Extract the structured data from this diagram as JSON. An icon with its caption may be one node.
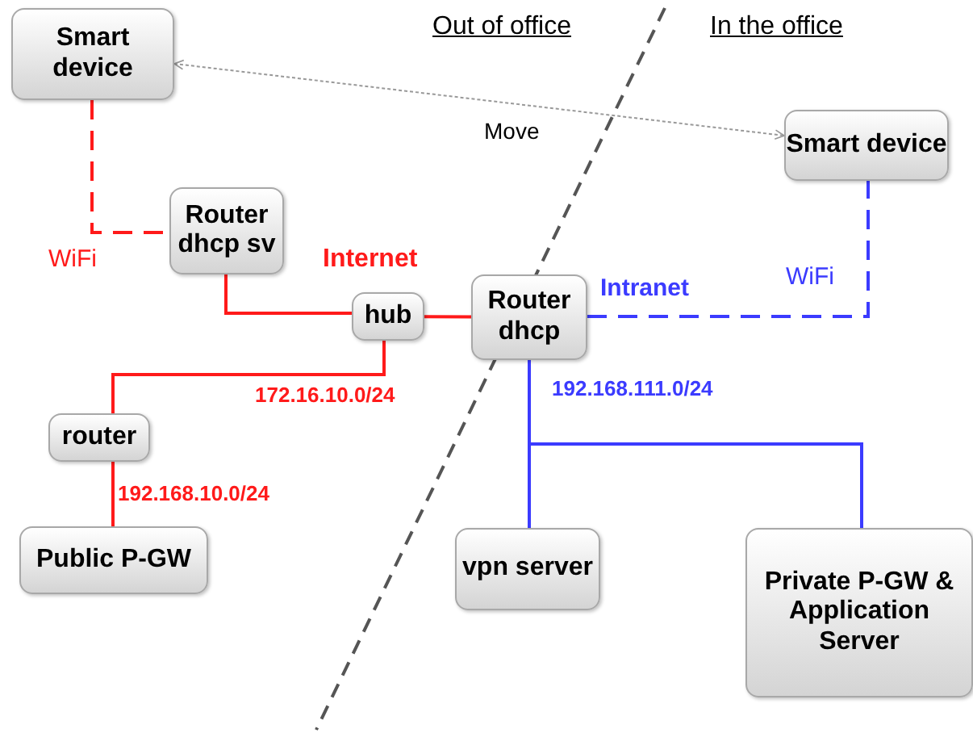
{
  "diagram": {
    "nodes": [
      {
        "text": [
          "Smart device"
        ]
      },
      {
        "text": [
          "Router dhcp sv"
        ]
      },
      {
        "text": [
          "hub"
        ]
      },
      {
        "text": [
          "Router dhcp"
        ]
      },
      {
        "text": [
          "Smart device"
        ]
      },
      {
        "text": [
          "router"
        ]
      },
      {
        "text": [
          "Public P-GW"
        ]
      },
      {
        "text": [
          "vpn server"
        ]
      },
      {
        "text": [
          "Private P-GW & Application Server"
        ]
      }
    ],
    "edges": [
      {
        "from": 0,
        "to": 1,
        "arrow": "none",
        "style": "dashed"
      },
      {
        "from": 1,
        "to": 2,
        "arrow": "none"
      },
      {
        "from": 2,
        "to": 3,
        "arrow": "none"
      },
      {
        "from": 2,
        "to": 5,
        "arrow": "none"
      },
      {
        "from": 5,
        "to": 6,
        "arrow": "none"
      },
      {
        "from": 3,
        "to": 4,
        "arrow": "none",
        "style": "dashed",
        "color": "#3b3bff"
      },
      {
        "from": 3,
        "to": 7,
        "arrow": "none",
        "color": "#3b3bff"
      },
      {
        "from": 3,
        "to": 8,
        "arrow": "none",
        "color": "#3b3bff"
      },
      {
        "from": 0,
        "to": 4,
        "arrow": "both",
        "style": "dashed",
        "color": "#999999",
        "label": "Move"
      }
    ],
    "labels": [
      "Out of office",
      "In the office",
      "WiFi",
      "Internet",
      "Intranet",
      "WiFi",
      "172.16.10.0/24",
      "192.168.10.0/24",
      "192.168.111.0/24"
    ]
  }
}
